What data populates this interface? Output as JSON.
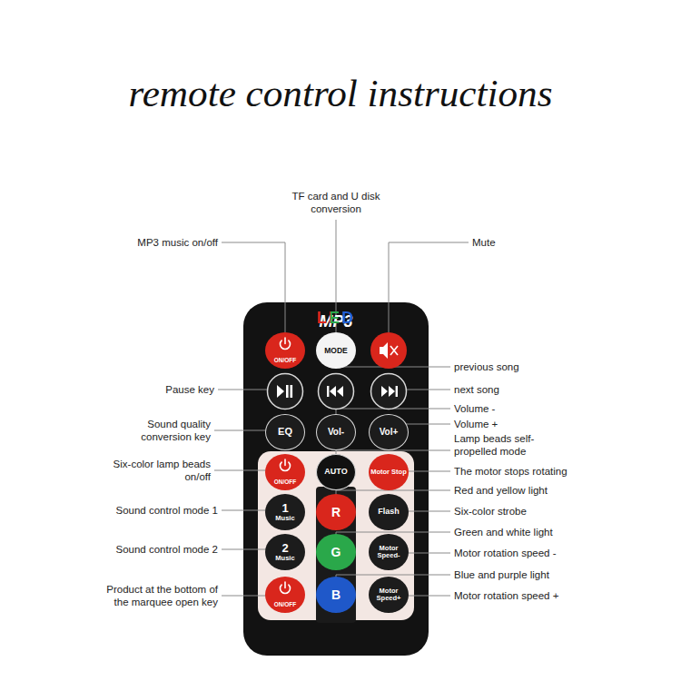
{
  "diagram": {
    "title": "remote control instructions",
    "nodes": [
      {
        "text": [
          "MP3",
          "LED"
        ]
      },
      {
        "text": [
          "ON/OFF"
        ],
        "in": 0
      },
      {
        "text": [
          "MODE"
        ],
        "in": 0
      },
      {
        "text": [
          "EQ"
        ],
        "in": 0
      },
      {
        "text": [
          "Vol-"
        ],
        "in": 0
      },
      {
        "text": [
          "Vol+"
        ],
        "in": 0
      },
      {
        "text": [
          "ON/OFF"
        ],
        "in": 0
      },
      {
        "text": [
          "AUTO"
        ],
        "in": 0
      },
      {
        "text": [
          "Motor Stop"
        ],
        "in": 0
      },
      {
        "text": [
          "1",
          "Music"
        ],
        "in": 0
      },
      {
        "text": [
          "R"
        ],
        "in": 0
      },
      {
        "text": [
          "Flash"
        ],
        "in": 0
      },
      {
        "text": [
          "2",
          "Music"
        ],
        "in": 0
      },
      {
        "text": [
          "G"
        ],
        "in": 0
      },
      {
        "text": [
          "Motor Speed-"
        ],
        "in": 0
      },
      {
        "text": [
          "ON/OFF"
        ],
        "in": 0
      },
      {
        "text": [
          "B"
        ],
        "in": 0
      },
      {
        "text": [
          "Motor Speed+"
        ],
        "in": 0
      }
    ],
    "labels": [
      "TF card and U disk conversion",
      "MP3 music on/off",
      "Mute",
      "previous song",
      "Pause key",
      "next song",
      "Volume -",
      "Sound quality conversion key",
      "Volume +",
      "Lamp beads self-propelled mode",
      "Six-color lamp beads on/off",
      "The motor stops rotating",
      "Red and yellow light",
      "Sound control mode 1",
      "Six-color strobe",
      "Green and white light",
      "Sound control mode 2",
      "Motor rotation speed -",
      "Blue and purple light",
      "Product at the bottom of the marquee open key",
      "Motor rotation speed +"
    ]
  }
}
